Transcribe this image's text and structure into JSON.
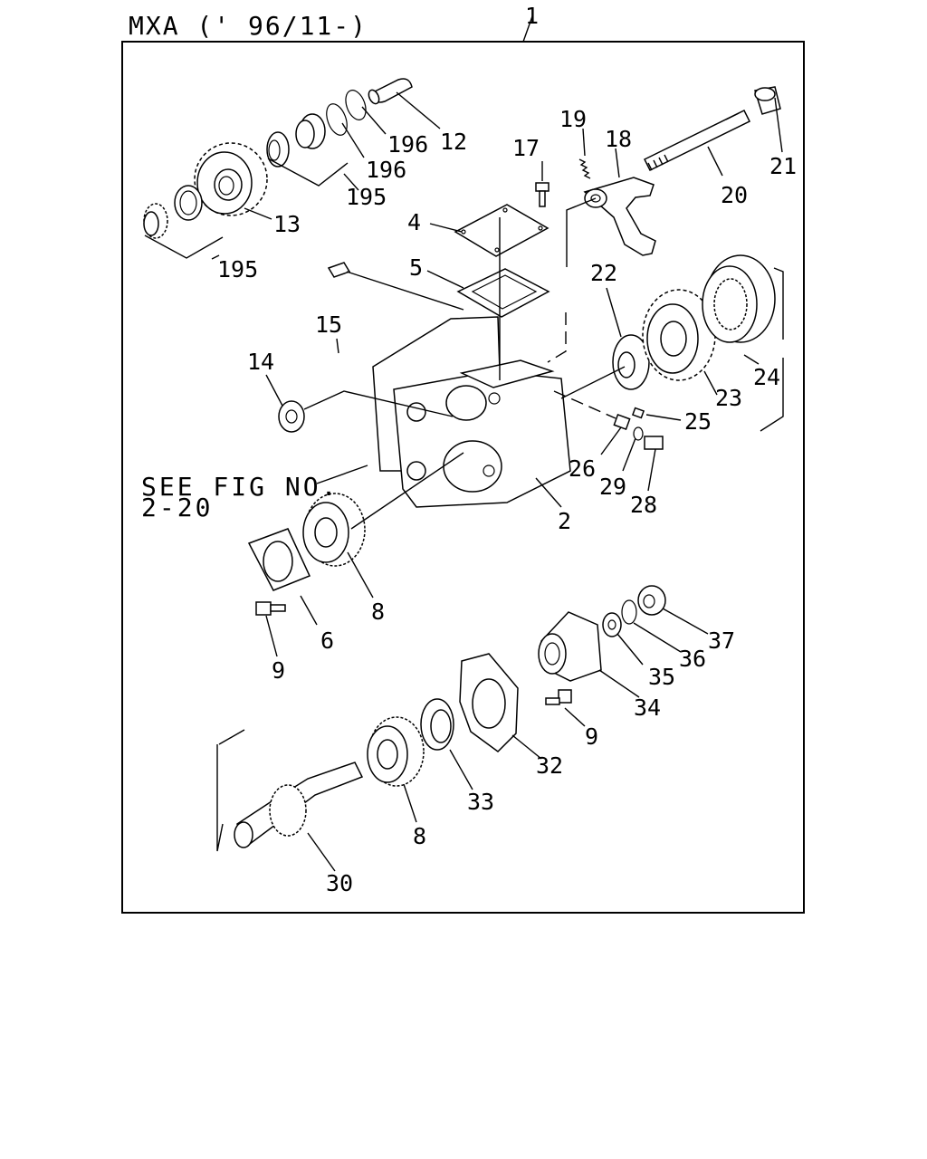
{
  "title": "MXA  (' 96/11-)",
  "reference_note": {
    "line1": "SEE FIG NO.",
    "line2": "2-20"
  },
  "callouts": {
    "c1": "1",
    "c2": "2",
    "c4": "4",
    "c5": "5",
    "c6": "6",
    "c8a": "8",
    "c8b": "8",
    "c9a": "9",
    "c9b": "9",
    "c12": "12",
    "c13": "13",
    "c14": "14",
    "c15": "15",
    "c17": "17",
    "c18": "18",
    "c19": "19",
    "c20": "20",
    "c21": "21",
    "c22": "22",
    "c23": "23",
    "c24": "24",
    "c25": "25",
    "c26": "26",
    "c28": "28",
    "c29": "29",
    "c30": "30",
    "c32": "32",
    "c33": "33",
    "c34": "34",
    "c35": "35",
    "c36": "36",
    "c37": "37",
    "c195a": "195",
    "c195b": "195",
    "c196a": "196",
    "c196b": "196"
  }
}
